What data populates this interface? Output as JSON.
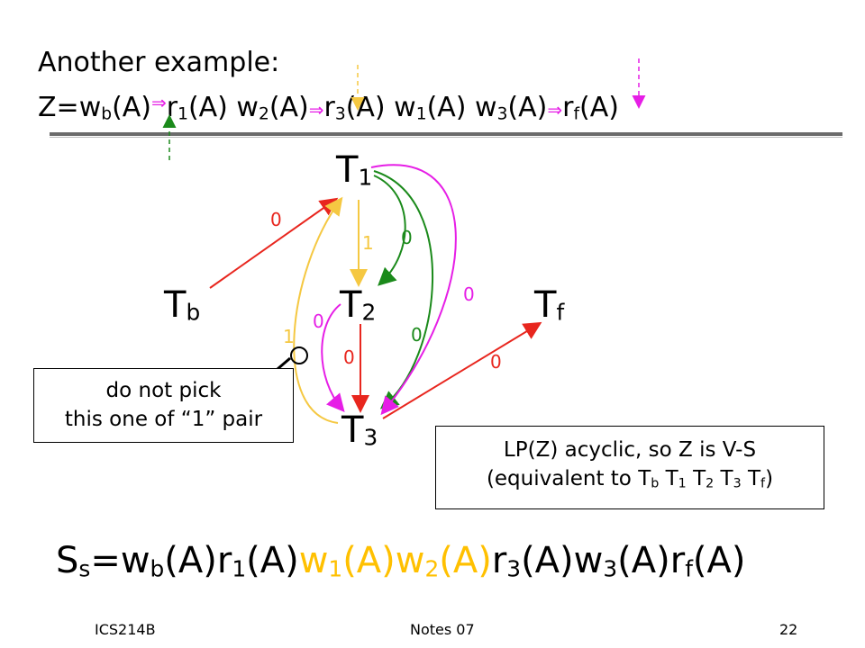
{
  "slide": {
    "title_line1": "Another example:",
    "schedule_z": {
      "prefix": "Z=",
      "ops": [
        {
          "op": "w",
          "sub": "b",
          "arg": "(A)"
        },
        {
          "op": "r",
          "sub": "1",
          "arg": "(A) "
        },
        {
          "op": "w",
          "sub": "2",
          "arg": "(A)"
        },
        {
          "op": "r",
          "sub": "3",
          "arg": "(A) "
        },
        {
          "op": "w",
          "sub": "1",
          "arg": "(A) "
        },
        {
          "op": "w",
          "sub": "3",
          "arg": "(A)"
        },
        {
          "op": "r",
          "sub": "f",
          "arg": "(A)"
        }
      ],
      "reads_from_arrow": "⇒"
    },
    "nodes": {
      "t1": {
        "base": "T",
        "sub": "1"
      },
      "tb": {
        "base": "T",
        "sub": "b"
      },
      "t2": {
        "base": "T",
        "sub": "2"
      },
      "tf": {
        "base": "T",
        "sub": "f"
      },
      "t3": {
        "base": "T",
        "sub": "3"
      }
    },
    "edge_labels": {
      "tb_t1": "0",
      "t1_t2": "1",
      "t1_t2_green": "0",
      "t1_t3_magenta": "0",
      "t2_t3_magenta": "0",
      "t1_t3_green": "0",
      "t2_t3": "0",
      "t3_tf": "0",
      "t3_t1_yellow": "1"
    },
    "note_box": {
      "line1": "do not pick",
      "line2": "this one of “1” pair"
    },
    "conclusion_box": {
      "line1": "LP(Z) acyclic,  so Z is V-S",
      "line2_prefix": "(equivalent to ",
      "order": [
        {
          "base": "T",
          "sub": "b"
        },
        {
          "base": "T",
          "sub": "1"
        },
        {
          "base": "T",
          "sub": "2"
        },
        {
          "base": "T",
          "sub": "3"
        },
        {
          "base": "T",
          "sub": "f"
        }
      ],
      "line2_suffix": ")"
    },
    "serial_schedule": {
      "prefix_base": "S",
      "prefix_sub": "s",
      "ops": [
        {
          "text": "=w",
          "sub": "b",
          "arg": "(A)",
          "color": "#000000"
        },
        {
          "text": "r",
          "sub": "1",
          "arg": "(A)",
          "color": "#000000"
        },
        {
          "text": "w",
          "sub": "1",
          "arg": "(A)",
          "color": "#FFC000"
        },
        {
          "text": "w",
          "sub": "2",
          "arg": "(A)",
          "color": "#FFC000"
        },
        {
          "text": "r",
          "sub": "3",
          "arg": "(A)",
          "color": "#000000"
        },
        {
          "text": "w",
          "sub": "3",
          "arg": "(A)",
          "color": "#000000"
        },
        {
          "text": "r",
          "sub": "f",
          "arg": "(A)",
          "color": "#000000"
        }
      ]
    },
    "footer": {
      "left": "ICS214B",
      "center": "Notes 07",
      "right": "22"
    },
    "colors": {
      "red": "#E8261E",
      "green": "#1B8A1B",
      "magenta": "#E61EE6",
      "yellow": "#F5C842",
      "highlight": "#FFC000"
    }
  }
}
